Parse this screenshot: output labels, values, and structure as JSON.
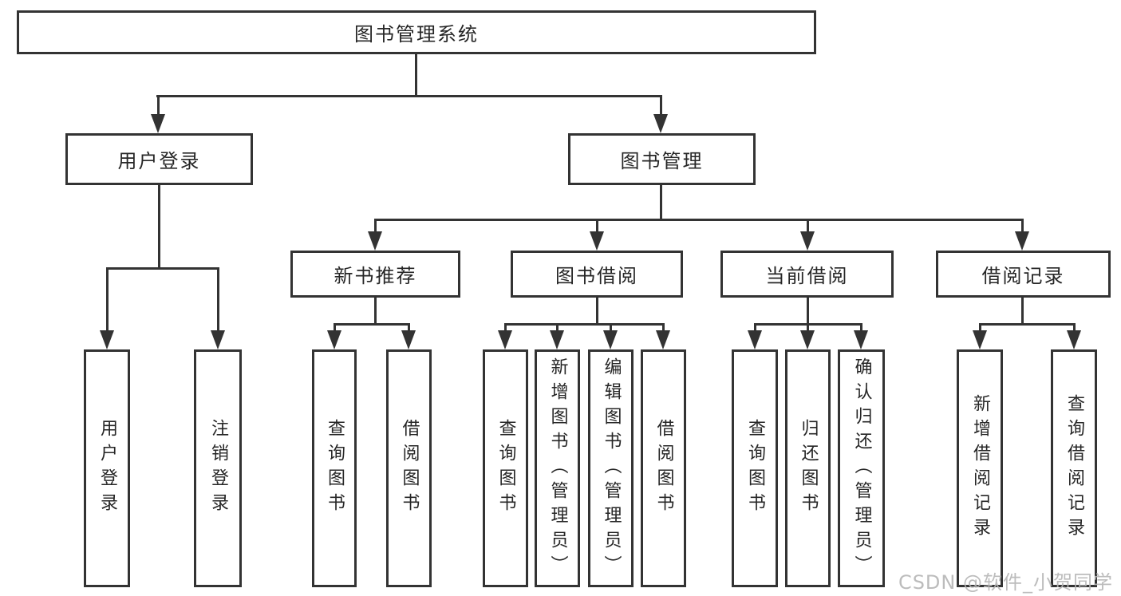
{
  "diagram": {
    "root": {
      "label": "图书管理系统"
    },
    "children": [
      {
        "label": "用户登录",
        "children": [
          {
            "label": "用户登录"
          },
          {
            "label": "注销登录"
          }
        ]
      },
      {
        "label": "图书管理",
        "children": [
          {
            "label": "新书推荐",
            "children": [
              {
                "label": "查询图书"
              },
              {
                "label": "借阅图书"
              }
            ]
          },
          {
            "label": "图书借阅",
            "children": [
              {
                "label": "查询图书"
              },
              {
                "label": "新增图书（管理员）"
              },
              {
                "label": "编辑图书（管理员）"
              },
              {
                "label": "借阅图书"
              }
            ]
          },
          {
            "label": "当前借阅",
            "children": [
              {
                "label": "查询图书"
              },
              {
                "label": "归还图书"
              },
              {
                "label": "确认归还（管理员）"
              }
            ]
          },
          {
            "label": "借阅记录",
            "children": [
              {
                "label": "新增借阅记录"
              },
              {
                "label": "查询借阅记录"
              }
            ]
          }
        ]
      }
    ]
  },
  "watermark": "CSDN @软件_小贺同学",
  "colors": {
    "line": "#333333",
    "text": "#262626",
    "box_bg": "#ffffff",
    "background": "#ffffff",
    "watermark": "#b5b5b5"
  }
}
